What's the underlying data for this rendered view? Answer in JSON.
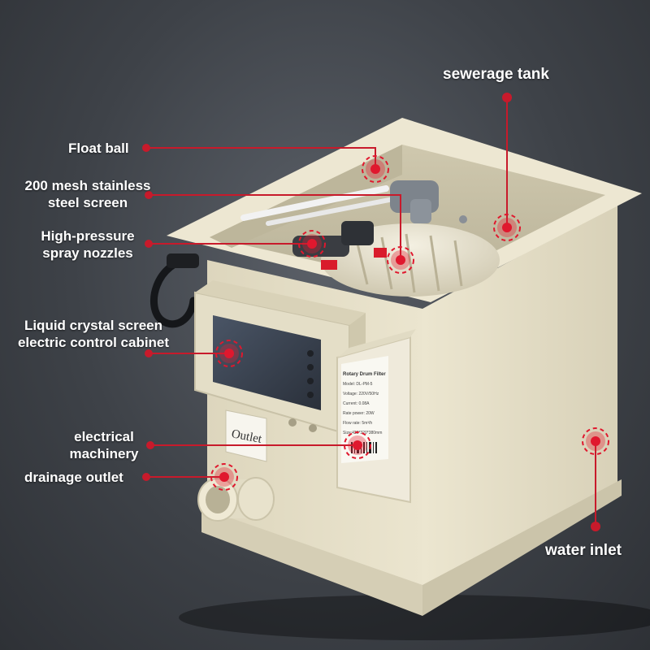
{
  "labels": {
    "sewerage_tank": "sewerage tank",
    "float_ball": "Float ball",
    "mesh_screen_line1": "200 mesh stainless",
    "mesh_screen_line2": "steel screen",
    "spray_nozzles_line1": "High-pressure",
    "spray_nozzles_line2": "spray nozzles",
    "lcd_line1": "Liquid crystal screen",
    "lcd_line2": "electric control cabinet",
    "motor_line1": "electrical",
    "motor_line2": "machinery",
    "drainage_outlet": "drainage outlet",
    "water_inlet": "water inlet"
  },
  "product": {
    "outlet_sticker": "Outlet",
    "nameplate_title": "Rotary Drum Filter",
    "nameplate_lines": [
      "Model: DL-PM-5",
      "Voltage: 220V/50Hz",
      "Current: 0.08A",
      "Rate power: 20W",
      "Flow rate: 5m³/h",
      "Size:420*320*380mm"
    ]
  },
  "colors": {
    "annotation_red": "#c81a2b",
    "body_beige": "#e9e3cc",
    "background": "#44484e"
  }
}
